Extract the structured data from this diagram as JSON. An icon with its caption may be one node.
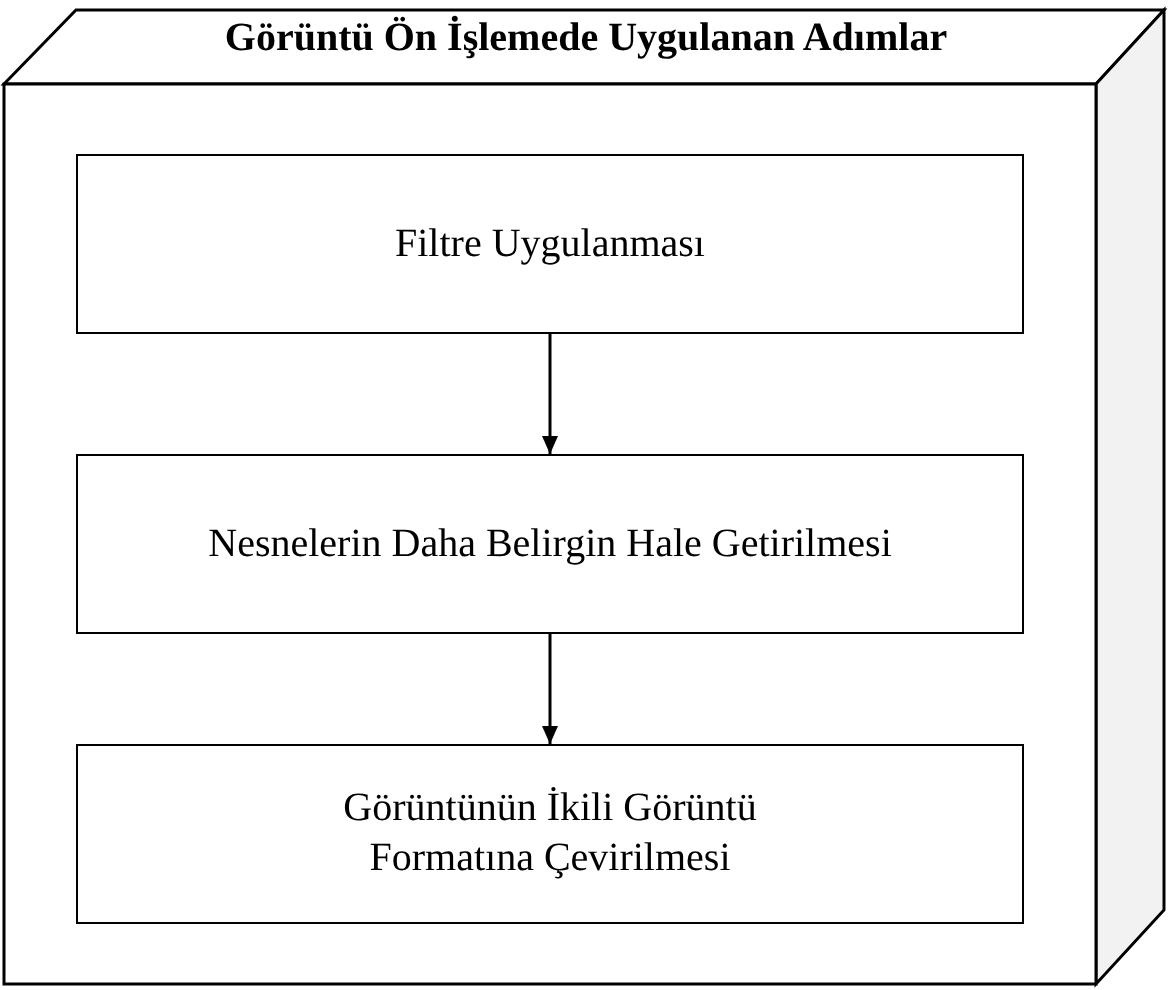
{
  "diagram": {
    "nodes": [
      {
        "text": [
          "Görüntü Ön İşlemede Uygulanan Adımlar"
        ]
      },
      {
        "text": [
          "Filtre Uygulanması"
        ],
        "in": 0
      },
      {
        "text": [
          "Nesnelerin Daha Belirgin Hale Getirilmesi"
        ],
        "in": 0
      },
      {
        "text": [
          "Görüntünün İkili Görüntü Formatına Çevirilmesi"
        ],
        "in": 0
      }
    ],
    "edges": [
      {
        "from": 1,
        "to": 2,
        "arrow": "to"
      },
      {
        "from": 2,
        "to": 3,
        "arrow": "to"
      }
    ]
  }
}
